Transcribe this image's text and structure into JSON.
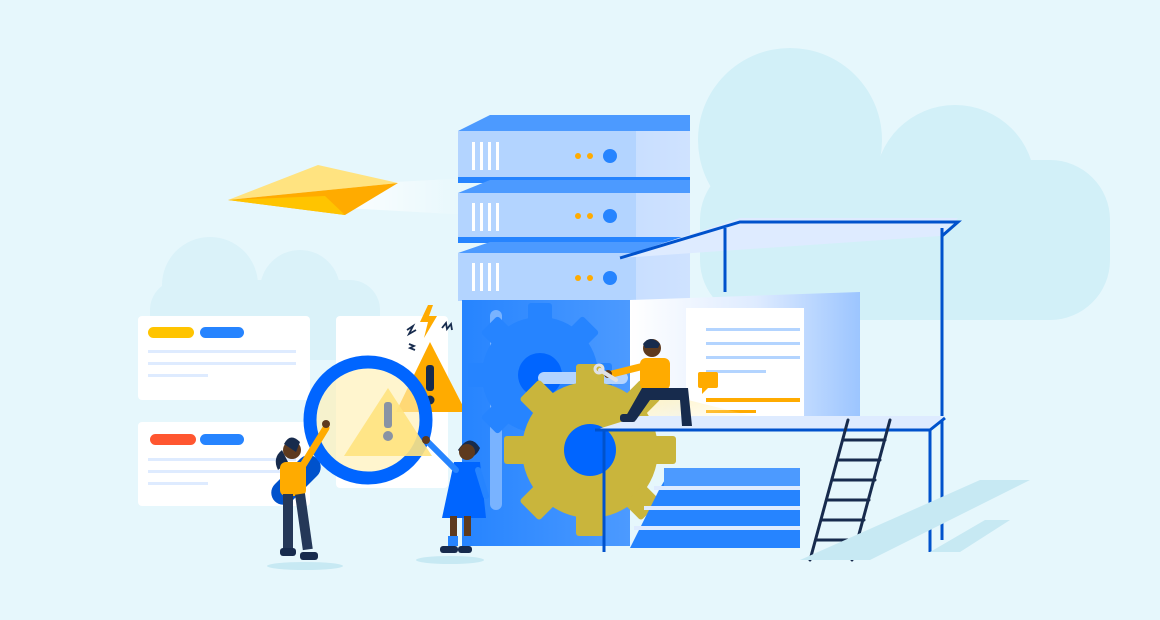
{
  "illustration": {
    "theme": "server maintenance and troubleshooting",
    "colors": {
      "background": "#E6F7FC",
      "cloud": "#D2F0F8",
      "primary_blue": "#0052CC",
      "bright_blue": "#2684FF",
      "light_blue": "#B3D4FF",
      "pale_blue": "#DEEBFF",
      "yellow": "#FFAB00",
      "pale_yellow": "#FFE380",
      "gold_gear": "#C9B53C",
      "red": "#FF5630",
      "dark_navy": "#172B4D",
      "white": "#FFFFFF"
    },
    "icons": [
      "paper-plane-icon",
      "warning-triangle-icon",
      "magnifying-glass-icon",
      "gear-icon",
      "server-rack-icon",
      "ladder-icon",
      "staircase-icon",
      "document-icon",
      "speech-bubble-icon"
    ],
    "people": [
      "person-holding-magnifier",
      "person-pointing-at-magnifier",
      "person-kneeling-with-wrench"
    ]
  }
}
